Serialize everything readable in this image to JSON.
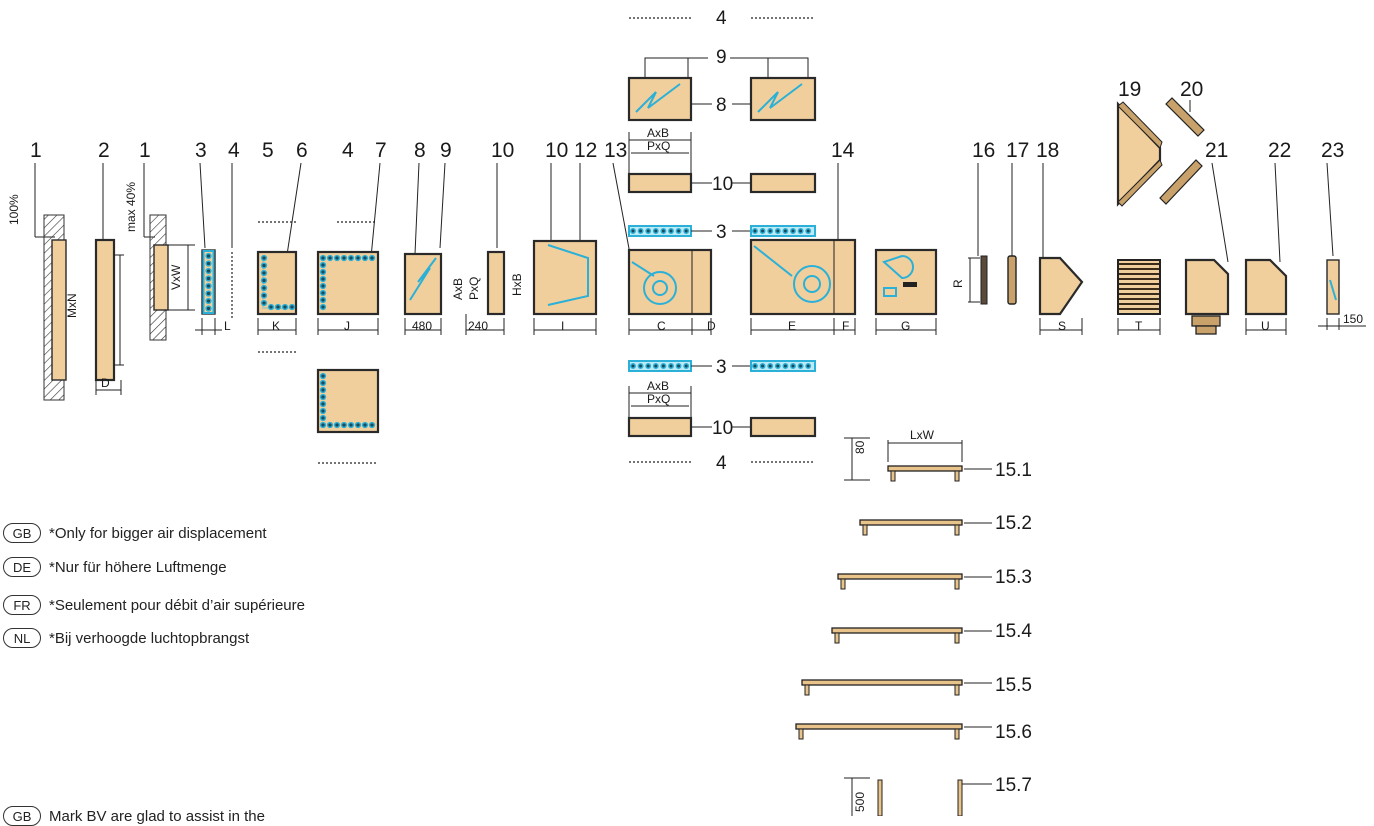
{
  "labels": {
    "n1a": "1",
    "n2": "2",
    "n1b": "1",
    "n3": "3",
    "n4a": "4",
    "n5": "5",
    "n6": "6",
    "n4b": "4",
    "n7": "7",
    "n8": "8",
    "n9": "9",
    "n10a": "10",
    "n10b": "10",
    "n12": "12",
    "n13": "13",
    "n14": "14",
    "n16": "16",
    "n17": "17",
    "n18": "18",
    "n19": "19",
    "n20": "20",
    "n21": "21",
    "n22": "22",
    "n23": "23",
    "top4": "4",
    "top9": "9",
    "top8": "8",
    "mid10": "10",
    "mid3a": "3",
    "mid3b": "3",
    "low10": "10",
    "bot4": "4"
  },
  "percent_labels": {
    "p100": "100%",
    "max40": "max 40%"
  },
  "dimensions": {
    "MxN": "MxN",
    "D": "D",
    "VxW": "VxW",
    "L": "L",
    "K": "K",
    "J": "J",
    "d480": "480",
    "d240": "240",
    "AxB": "AxB",
    "PxQ": "PxQ",
    "HxB": "HxB",
    "I": "I",
    "C": "C",
    "D2": "D",
    "E": "E",
    "F": "F",
    "G": "G",
    "R": "R",
    "S": "S",
    "T": "T",
    "U": "U",
    "d150": "150",
    "AxB_top": "AxB",
    "PxQ_top": "PxQ",
    "AxB_low": "AxB",
    "PxQ_low": "PxQ",
    "d80": "80",
    "LxW": "LxW",
    "d500": "500"
  },
  "feet_labels": [
    "15.1",
    "15.2",
    "15.3",
    "15.4",
    "15.5",
    "15.6",
    "15.7"
  ],
  "legend": [
    {
      "code": "GB",
      "text": "*Only for bigger air displacement"
    },
    {
      "code": "DE",
      "text": "*Nur für höhere Luftmenge"
    },
    {
      "code": "FR",
      "text": "*Seulement pour débit d’air supérieure"
    },
    {
      "code": "NL",
      "text": "*Bij verhoogde luchtopbrangst"
    }
  ],
  "footer_note": {
    "code": "GB",
    "text": "Mark BV are glad to assist in the"
  },
  "colors": {
    "unit_fill": "#f0cf9c",
    "accent_cyan": "#2bb0d8",
    "outline": "#2a2a2a"
  }
}
